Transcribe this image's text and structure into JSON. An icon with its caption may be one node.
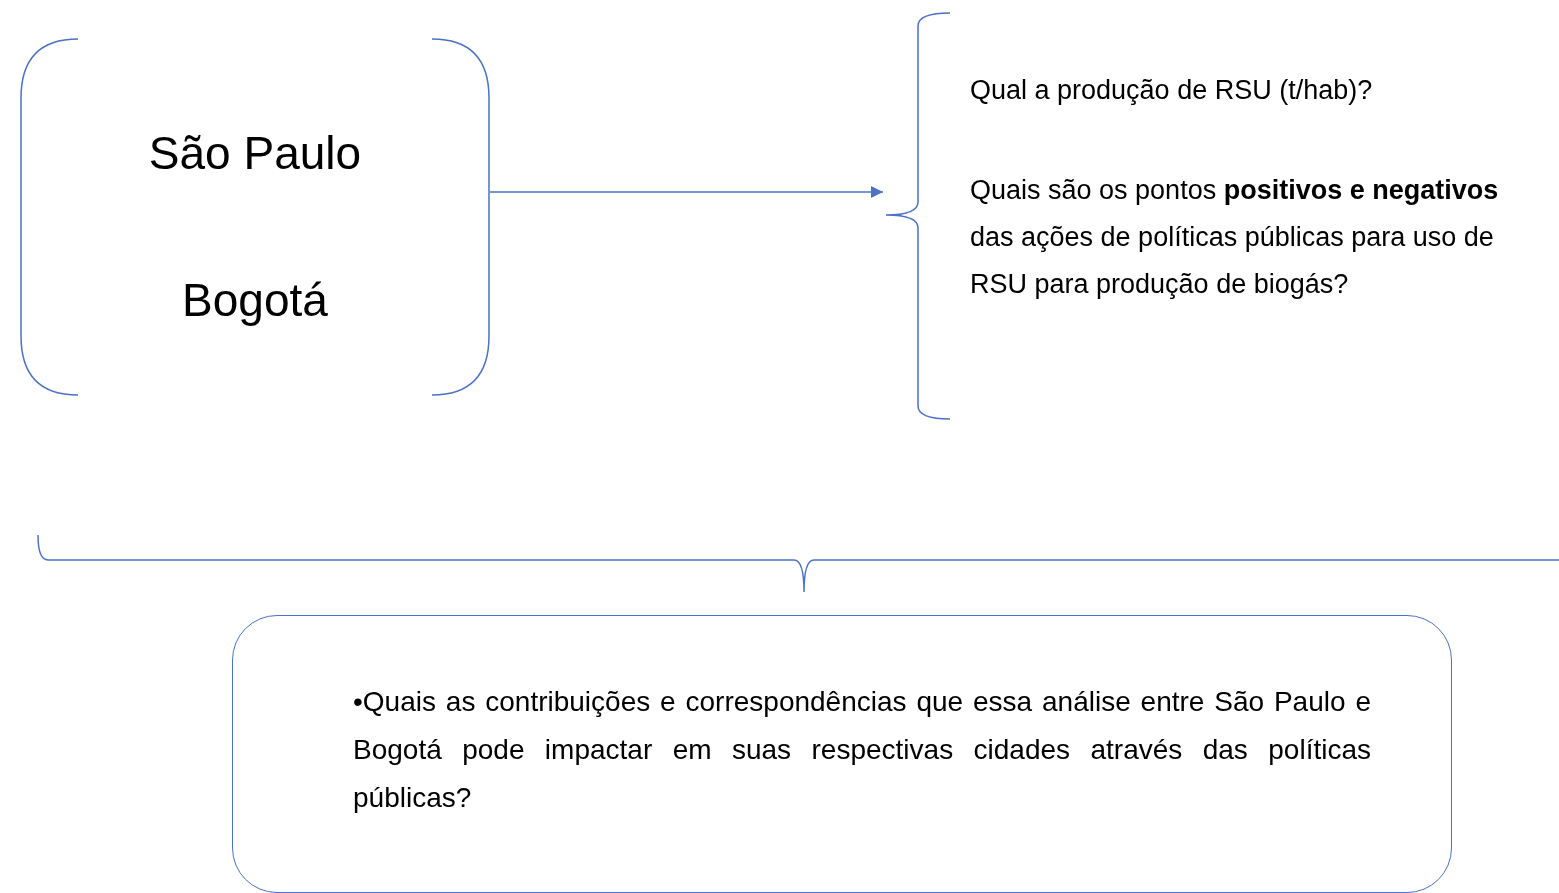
{
  "diagram": {
    "nodes": [
      {
        "text": [
          "São Paulo",
          "Bogotá"
        ]
      },
      {
        "text": [
          "Qual a produção de RSU (t/hab)?",
          "Quais são os pontos **positivos e negativos** das ações de políticas públicas para uso de RSU para produção de biogás?"
        ]
      },
      {
        "text": [
          "•Quais as contribuições e correspondências que essa análise entre São Paulo e Bogotá pode impactar em suas respectivas cidades através das políticas públicas?"
        ]
      }
    ],
    "edges": [
      {
        "from": 0,
        "to": 1,
        "arrow": "to"
      }
    ]
  }
}
